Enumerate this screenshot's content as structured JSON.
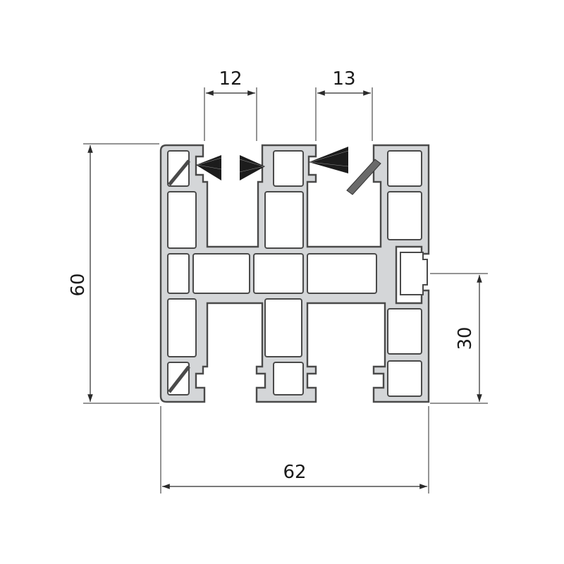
{
  "diagram": {
    "dimensions": {
      "top_left_width": "12",
      "top_right_width": "13",
      "total_height": "60",
      "lower_height": "30",
      "total_width": "62"
    },
    "colors": {
      "profile_fill": "#d4d6d8",
      "profile_stroke": "#4a4a4a",
      "chamber_fill": "#ffffff",
      "brush_seal": "#1c1c1c",
      "dimension_line": "#2a2a2a"
    }
  }
}
